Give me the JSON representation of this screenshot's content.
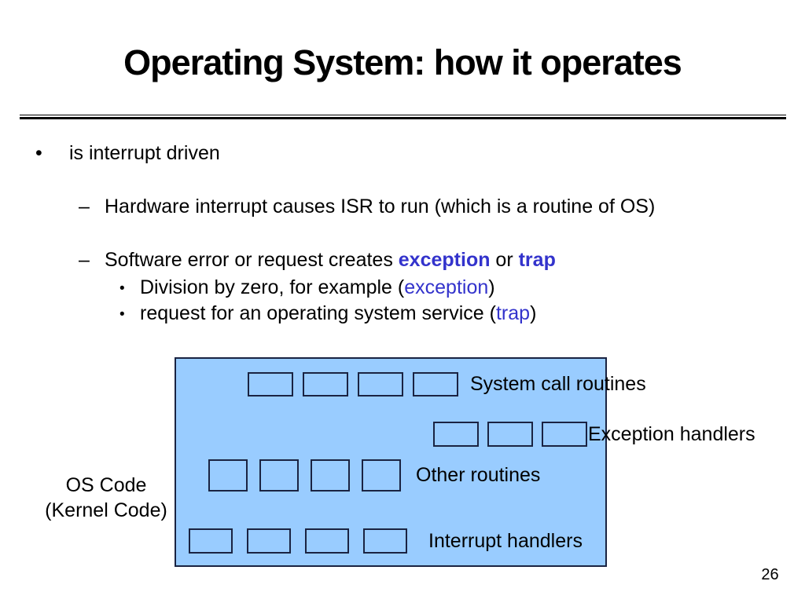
{
  "colors": {
    "keyword_blue": "#3333cc",
    "diagram_fill": "#99ccff",
    "diagram_border": "#1a2342",
    "text": "#000000"
  },
  "slide": {
    "title": "Operating System: how it operates",
    "page_number": "26"
  },
  "bullets": {
    "bullet_char": "•",
    "dash_char": "–",
    "line1": "is interrupt driven",
    "line2": "Hardware interrupt causes ISR to run (which is a routine of OS)",
    "line3_prefix": "Software error or request creates ",
    "line3_exception": "exception",
    "line3_middle": " or ",
    "line3_trap": "trap",
    "line4_prefix": "Division by zero, for example (",
    "line4_keyword": "exception",
    "line4_suffix": ")",
    "line5_prefix": "request for an operating system service (",
    "line5_keyword": "trap",
    "line5_suffix": ")"
  },
  "diagram": {
    "caption_line1": "OS Code",
    "caption_line2": "(Kernel Code)",
    "rows": [
      {
        "label": "System call routines",
        "box_count": 4
      },
      {
        "label": "Exception handlers",
        "box_count": 3
      },
      {
        "label": "Other routines",
        "box_count": 4
      },
      {
        "label": "Interrupt handlers",
        "box_count": 4
      }
    ]
  }
}
